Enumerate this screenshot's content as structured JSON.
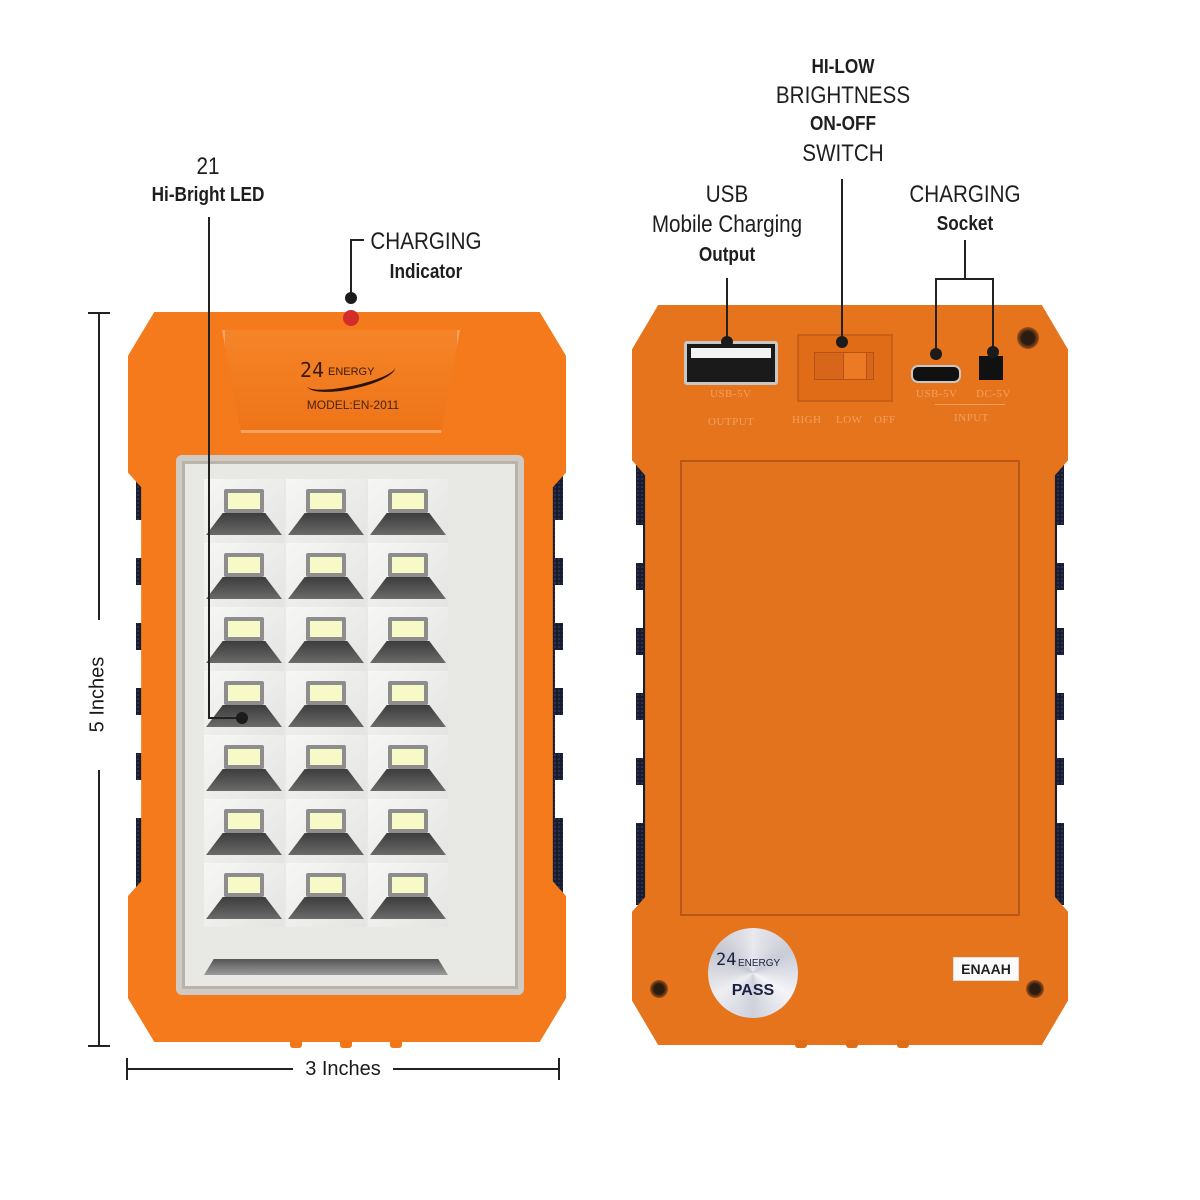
{
  "callouts": {
    "leds": {
      "count": "21",
      "label": "Hi-Bright LED"
    },
    "charging_indicator": {
      "line1": "CHARGING",
      "line2": "Indicator"
    },
    "switch": {
      "line1": "HI-LOW",
      "line2": "BRIGHTNESS",
      "line3": "ON-OFF",
      "line4": "SWITCH"
    },
    "usb": {
      "line1": "USB",
      "line2": "Mobile Charging",
      "line3": "Output"
    },
    "socket": {
      "line1": "CHARGING",
      "line2": "Socket"
    }
  },
  "dimensions": {
    "height": "5 Inches",
    "width": "3 Inches"
  },
  "front": {
    "brand": "ENERGY",
    "brand_number": "24",
    "model": "MODEL:EN-2011",
    "led_rows": 7,
    "led_cols": 3
  },
  "back": {
    "usb_marking": "USB-5V",
    "usb_output": "OUTPUT",
    "switch_positions": [
      "HIGH",
      "LOW",
      "OFF"
    ],
    "micro_marking": "USB-5V",
    "dc_marking": "DC-5V",
    "input_marking": "INPUT",
    "sticker_brand_number": "24",
    "sticker_brand": "ENERGY",
    "sticker_text": "PASS",
    "label_text": "ENAAH"
  },
  "colors": {
    "shell": "#f47a1c",
    "rubber": "#161b2e",
    "led": "#f7f9c6"
  }
}
